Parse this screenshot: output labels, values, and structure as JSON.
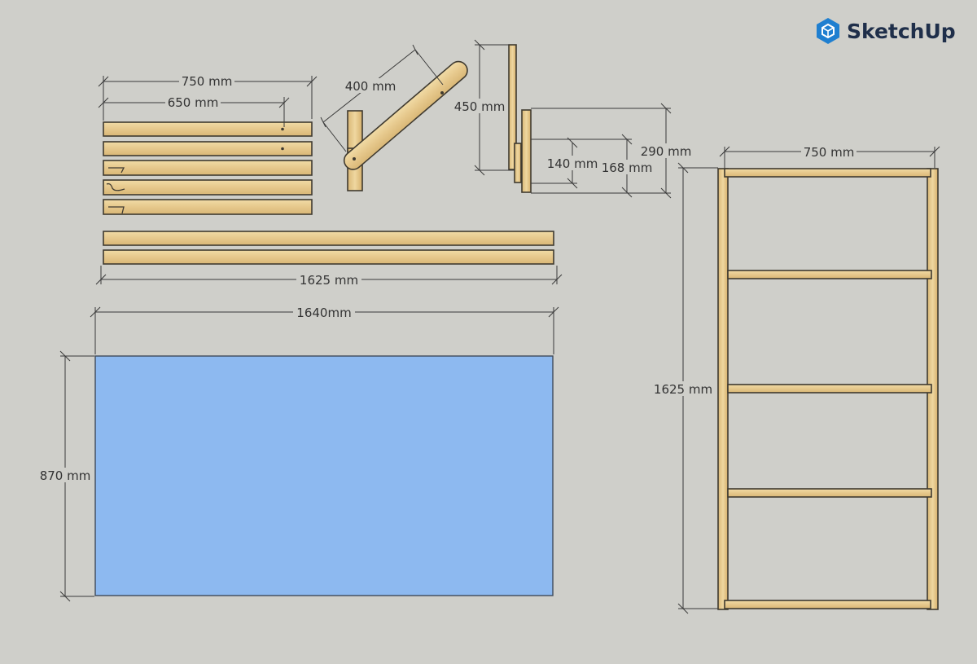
{
  "app": {
    "logo_text": "SketchUp",
    "logo_icon": "sketchup-cube-icon"
  },
  "colors": {
    "background": "#cfcfca",
    "wood": "#e6c88c",
    "wood_edge": "#3f3a30",
    "panel": "#8db9f0",
    "dimension": "#3a3a3a",
    "logo": "#1f2f4a",
    "logo_icon": "#1f7fd0"
  },
  "dimensions": {
    "slats_overall": "750 mm",
    "slats_hole": "650 mm",
    "arm_length": "400 mm",
    "post_height": "450 mm",
    "foot_small": "140 mm",
    "foot_mid": "168 mm",
    "foot_long": "290 mm",
    "long_rails": "1625 mm",
    "panel_width": "1640mm",
    "panel_height": "870 mm",
    "frame_width": "750 mm",
    "frame_height": "1625 mm"
  }
}
